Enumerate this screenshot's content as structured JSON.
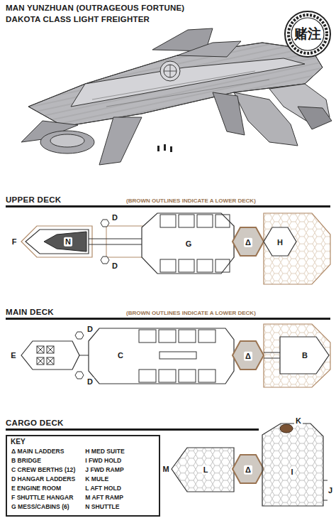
{
  "diagram": {
    "title": "MAN YUNZHUAN (OUTRAGEOUS FORTUNE)",
    "nodes": [
      {
        "text": [
          "赌注"
        ]
      },
      {
        "text": [
          "KEY"
        ]
      }
    ],
    "labels": [
      "DAKOTA CLASS LIGHT FREIGHTER",
      "UPPER DECK",
      "(BROWN OUTLINES INDICATE A LOWER DECK)",
      "F",
      "D",
      "N",
      "D",
      "G",
      "Δ",
      "H",
      "MAIN DECK",
      "(BROWN OUTLINES INDICATE A LOWER DECK)",
      "E",
      "D",
      "C",
      "D",
      "Δ",
      "B",
      "CARGO DECK",
      "M",
      "L",
      "Δ",
      "K",
      "I",
      "J"
    ],
    "legend": [
      {
        "text": "Δ MAIN LADDERS"
      },
      {
        "text": "B BRIDGE"
      },
      {
        "text": "C CREW BERTHS (12)"
      },
      {
        "text": "D HANGAR LADDERS"
      },
      {
        "text": "E ENGINE ROOM"
      },
      {
        "text": "F SHUTTLE HANGAR"
      },
      {
        "text": "G MESS/CABINS (6)"
      },
      {
        "text": "H MED SUITE"
      },
      {
        "text": "I FWD HOLD"
      },
      {
        "text": "J FWD RAMP"
      },
      {
        "text": "K MULE"
      },
      {
        "text": "L AFT HOLD"
      },
      {
        "text": "M AFT RAMP"
      },
      {
        "text": "N SHUTTLE"
      }
    ]
  }
}
